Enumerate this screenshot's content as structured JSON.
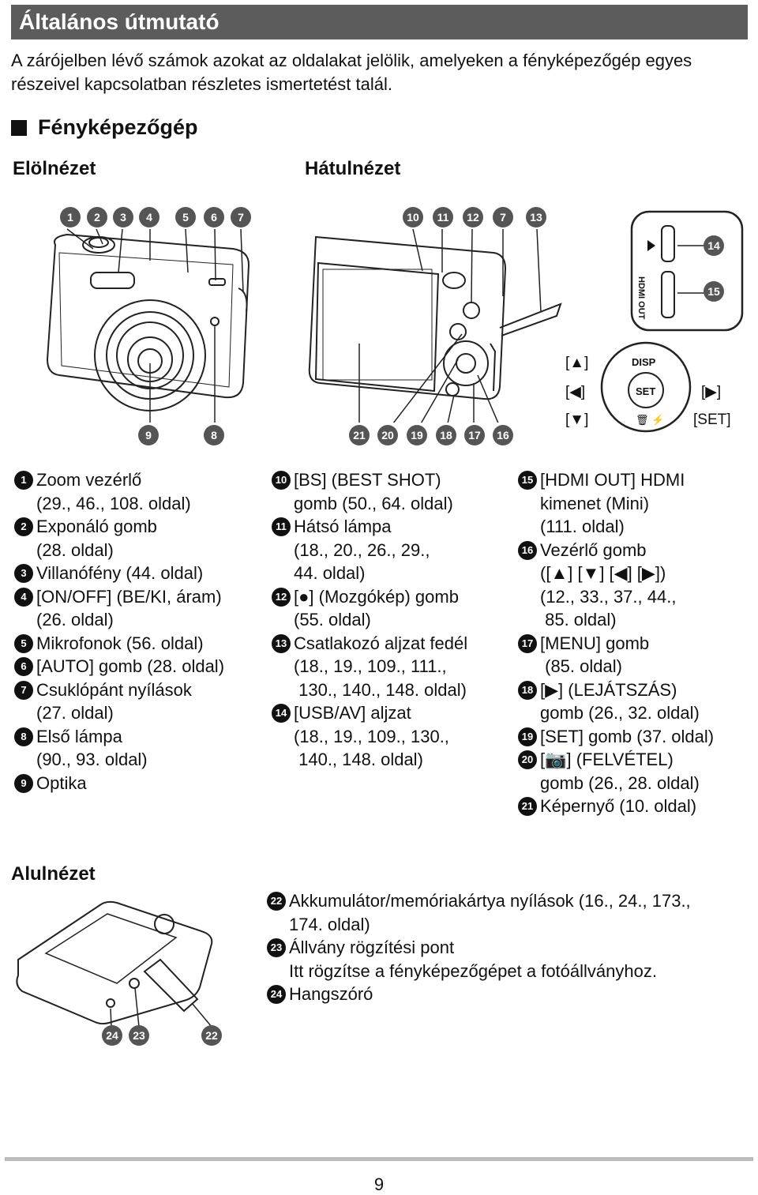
{
  "header": {
    "title": "Általános útmutató"
  },
  "intro": {
    "text": "A zárójelben lévő számok azokat az oldalakat jelölik, amelyeken a fényképezőgép egyes részeivel kapcsolatban részletes ismertetést talál."
  },
  "section": {
    "title": "Fényképezőgép"
  },
  "views": {
    "front": "Elölnézet",
    "back": "Hátulnézet",
    "bottom": "Alulnézet"
  },
  "callouts": {
    "front_top": [
      "1",
      "2",
      "3",
      "4",
      "5",
      "6",
      "7"
    ],
    "front_bottom": [
      "9",
      "8"
    ],
    "back_top": [
      "10",
      "11",
      "12",
      "7",
      "13"
    ],
    "back_bottom": [
      "21",
      "20",
      "19",
      "18",
      "17",
      "16"
    ],
    "port": [
      "14",
      "15"
    ],
    "bottom": [
      "24",
      "23",
      "22"
    ]
  },
  "controls": {
    "up": "[▲]",
    "left": "[◀]",
    "down": "[▼]",
    "right": "[▶]",
    "set": "[SET]",
    "disp": "DISP",
    "set_btn": "SET",
    "trash": "🗑 ⚡",
    "hdmi_text": "HDMI OUT"
  },
  "items_col1": [
    {
      "n": "1",
      "lines": [
        "Zoom vezérlő",
        "(29., 46., 108. oldal)"
      ]
    },
    {
      "n": "2",
      "lines": [
        "Exponáló gomb",
        "(28. oldal)"
      ]
    },
    {
      "n": "3",
      "lines": [
        "Villanófény (44. oldal)"
      ]
    },
    {
      "n": "4",
      "lines": [
        "[ON/OFF] (BE/KI, áram)",
        "(26. oldal)"
      ]
    },
    {
      "n": "5",
      "lines": [
        "Mikrofonok (56. oldal)"
      ]
    },
    {
      "n": "6",
      "lines": [
        "[AUTO] gomb (28. oldal)"
      ]
    },
    {
      "n": "7",
      "lines": [
        "Csuklópánt nyílások",
        "(27. oldal)"
      ]
    },
    {
      "n": "8",
      "lines": [
        "Első lámpa",
        "(90., 93. oldal)"
      ]
    },
    {
      "n": "9",
      "lines": [
        "Optika"
      ]
    }
  ],
  "items_col2": [
    {
      "n": "10",
      "lines": [
        "[BS] (BEST SHOT)",
        "gomb (50., 64. oldal)"
      ]
    },
    {
      "n": "11",
      "lines": [
        "Hátsó lámpa",
        "(18., 20., 26., 29.,",
        "44. oldal)"
      ]
    },
    {
      "n": "12",
      "lines": [
        "[●] (Mozgókép) gomb",
        "(55. oldal)"
      ]
    },
    {
      "n": "13",
      "lines": [
        "Csatlakozó aljzat fedél",
        "(18., 19., 109., 111.,",
        " 130., 140., 148. oldal)"
      ]
    },
    {
      "n": "14",
      "lines": [
        "[USB/AV] aljzat",
        "(18., 19., 109., 130.,",
        " 140., 148. oldal)"
      ]
    }
  ],
  "items_col3": [
    {
      "n": "15",
      "lines": [
        "[HDMI OUT] HDMI",
        "kimenet (Mini)",
        "(111. oldal)"
      ]
    },
    {
      "n": "16",
      "lines": [
        "Vezérlő gomb",
        "([▲] [▼] [◀] [▶])",
        "(12., 33., 37., 44.,",
        " 85. oldal)"
      ]
    },
    {
      "n": "17",
      "lines": [
        "[MENU] gomb",
        " (85. oldal)"
      ]
    },
    {
      "n": "18",
      "lines": [
        "[▶] (LEJÁTSZÁS)",
        "gomb (26., 32. oldal)"
      ]
    },
    {
      "n": "19",
      "lines": [
        "[SET] gomb (37. oldal)"
      ]
    },
    {
      "n": "20",
      "lines": [
        "[📷] (FELVÉTEL)",
        "gomb (26., 28. oldal)"
      ]
    },
    {
      "n": "21",
      "lines": [
        "Képernyő (10. oldal)"
      ]
    }
  ],
  "items_bottom": [
    {
      "n": "22",
      "lines": [
        "Akkumulátor/memóriakártya nyílások (16., 24., 173.,",
        "174. oldal)"
      ]
    },
    {
      "n": "23",
      "lines": [
        "Állvány rögzítési pont",
        "Itt rögzítse a fényképezőgépet a fotóállványhoz."
      ]
    },
    {
      "n": "24",
      "lines": [
        "Hangszóró"
      ]
    }
  ],
  "footer": {
    "page": "9"
  }
}
